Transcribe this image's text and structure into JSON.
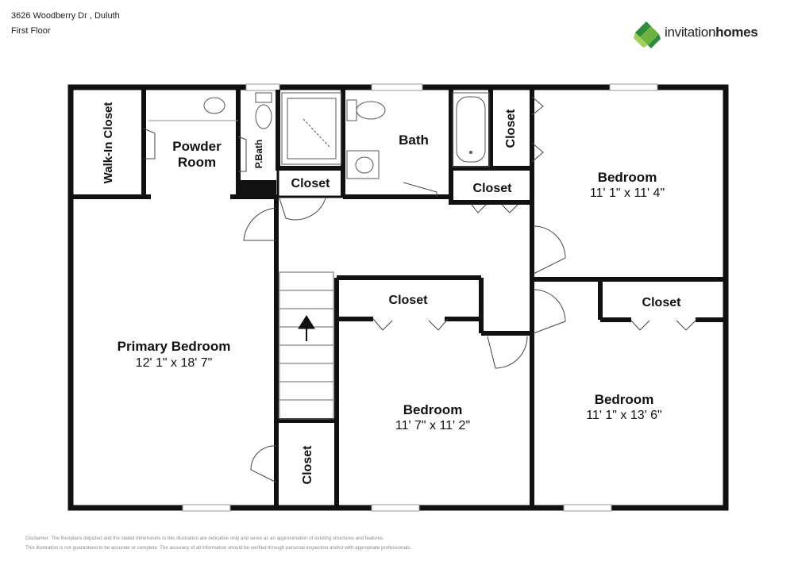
{
  "header": {
    "address": "3626 Woodberry Dr , Duluth",
    "floor": "First Floor"
  },
  "brand": {
    "name_part1": "invitation",
    "name_part2": "homes",
    "colors": {
      "green_dark": "#2f8a3c",
      "green_mid": "#6cb33f",
      "green_light": "#9fd05a"
    }
  },
  "rooms": {
    "walk_in_closet": "Walk-In Closet",
    "powder_room_line1": "Powder",
    "powder_room_line2": "Room",
    "p_bath": "P.Bath",
    "bath": "Bath",
    "closet_hall": "Closet",
    "closet_right": "Closet",
    "closet_bath_right": "Closet",
    "bedroom_ne_name": "Bedroom",
    "bedroom_ne_dims": "11' 1\" x 11' 4\"",
    "primary_bedroom_name": "Primary Bedroom",
    "primary_bedroom_dims": "12' 1\" x 18' 7\"",
    "closet_mid": "Closet",
    "bedroom_mid_name": "Bedroom",
    "bedroom_mid_dims": "11' 7\" x 11' 2\"",
    "closet_se": "Closet",
    "bedroom_se_name": "Bedroom",
    "bedroom_se_dims": "11' 1\" x 13' 6\"",
    "closet_stair": "Closet"
  },
  "disclaimer": {
    "line1": "Disclaimer: The floorplans depicted and the stated dimensions in this illustration are indicative only and serve as an approximation of existing structures and features.",
    "line2": "This illustration is not guaranteed to be accurate or complete. The accuracy of all information should be verified through personal inspection and/or with appropriate professionals."
  }
}
